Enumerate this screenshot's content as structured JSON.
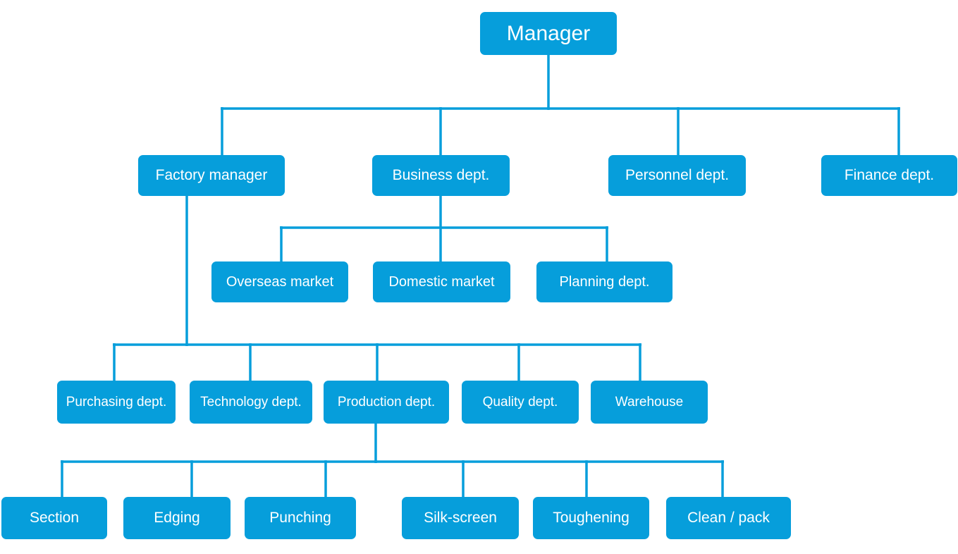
{
  "diagram": {
    "type": "org-chart",
    "colors": {
      "node_fill": "#069EDB",
      "node_text": "#FFFFFF",
      "connector": "#069EDB",
      "background": "#FFFFFF"
    },
    "nodes": [
      {
        "id": "manager",
        "label": "Manager",
        "parent": null
      },
      {
        "id": "factory-manager",
        "label": "Factory manager",
        "parent": "manager"
      },
      {
        "id": "business-dept",
        "label": "Business dept.",
        "parent": "manager"
      },
      {
        "id": "personnel-dept",
        "label": "Personnel dept.",
        "parent": "manager"
      },
      {
        "id": "finance-dept",
        "label": "Finance dept.",
        "parent": "manager"
      },
      {
        "id": "overseas-market",
        "label": "Overseas market",
        "parent": "business-dept"
      },
      {
        "id": "domestic-market",
        "label": "Domestic market",
        "parent": "business-dept"
      },
      {
        "id": "planning-dept",
        "label": "Planning dept.",
        "parent": "business-dept"
      },
      {
        "id": "purchasing-dept",
        "label": "Purchasing dept.",
        "parent": "factory-manager"
      },
      {
        "id": "technology-dept",
        "label": "Technology dept.",
        "parent": "factory-manager"
      },
      {
        "id": "production-dept",
        "label": "Production dept.",
        "parent": "factory-manager"
      },
      {
        "id": "quality-dept",
        "label": "Quality dept.",
        "parent": "factory-manager"
      },
      {
        "id": "warehouse",
        "label": "Warehouse",
        "parent": "factory-manager"
      },
      {
        "id": "section",
        "label": "Section",
        "parent": "production-dept"
      },
      {
        "id": "edging",
        "label": "Edging",
        "parent": "production-dept"
      },
      {
        "id": "punching",
        "label": "Punching",
        "parent": "production-dept"
      },
      {
        "id": "silk-screen",
        "label": "Silk-screen",
        "parent": "production-dept"
      },
      {
        "id": "toughening",
        "label": "Toughening",
        "parent": "production-dept"
      },
      {
        "id": "clean-pack",
        "label": "Clean / pack",
        "parent": "production-dept"
      }
    ]
  }
}
